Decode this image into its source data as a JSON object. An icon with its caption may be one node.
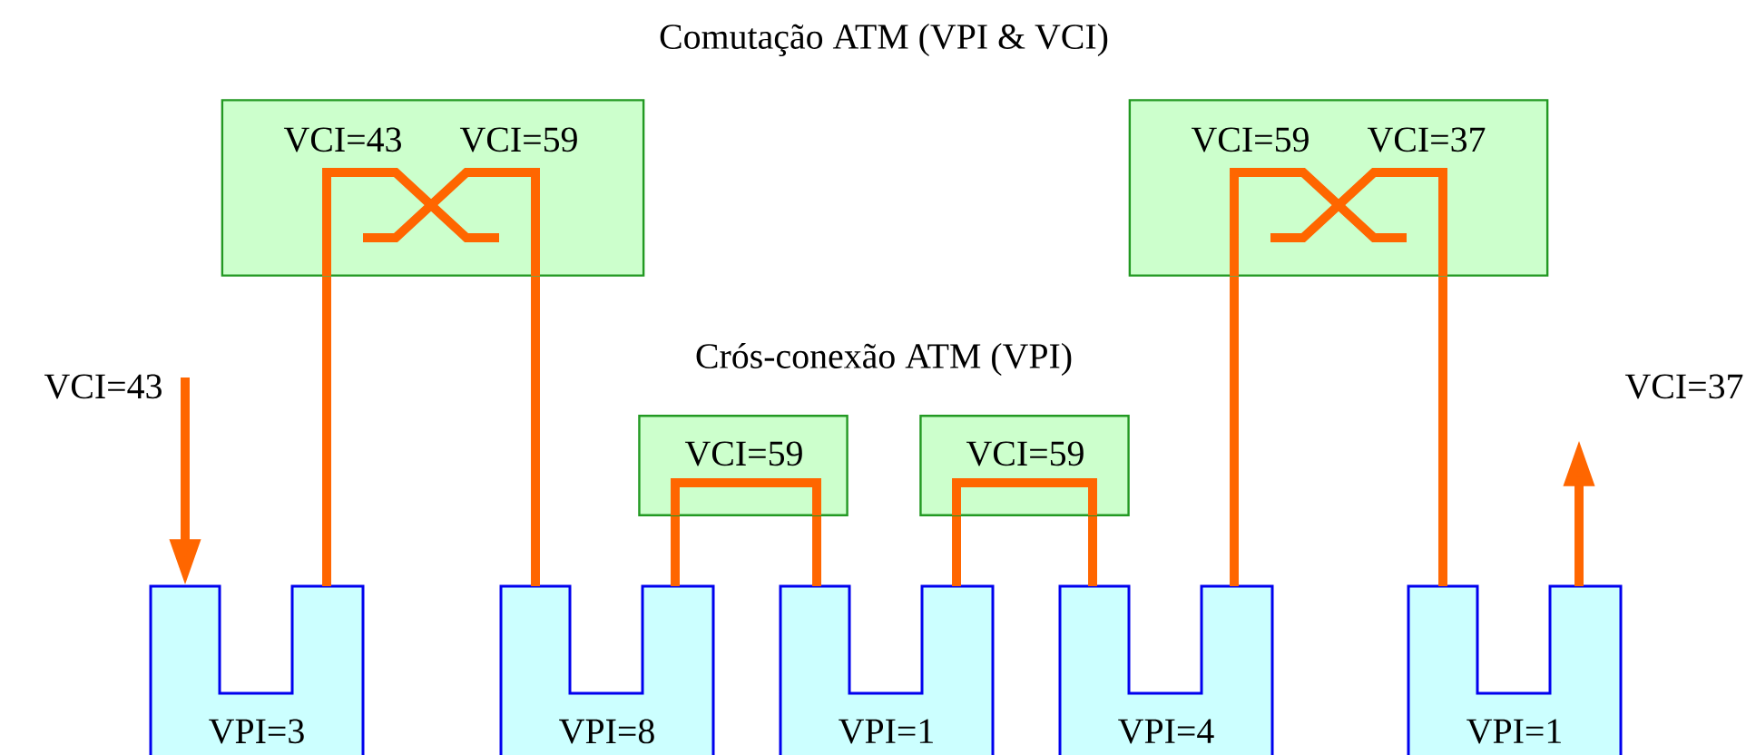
{
  "diagram": {
    "title": "Comutação ATM (VPI & VCI)",
    "nodes": [
      {
        "text": [
          "VCI=43",
          "VCI=59"
        ]
      },
      {
        "text": [
          "VCI=59",
          "VCI=37"
        ]
      },
      {
        "text": [
          "VCI=59"
        ]
      },
      {
        "text": [
          "VCI=59"
        ]
      },
      {
        "text": [
          "VPI=3"
        ]
      },
      {
        "text": [
          "VPI=8"
        ]
      },
      {
        "text": [
          "VPI=1"
        ]
      },
      {
        "text": [
          "VPI=4"
        ]
      },
      {
        "text": [
          "VPI=1"
        ]
      }
    ],
    "edges": [
      {
        "from": null,
        "to": 4,
        "arrow": "to"
      },
      {
        "from": 4,
        "to": 0,
        "arrow": "none"
      },
      {
        "from": 0,
        "to": 5,
        "arrow": "none"
      },
      {
        "from": 5,
        "to": 2,
        "arrow": "none"
      },
      {
        "from": 2,
        "to": 6,
        "arrow": "none"
      },
      {
        "from": 6,
        "to": 3,
        "arrow": "none"
      },
      {
        "from": 3,
        "to": 7,
        "arrow": "none"
      },
      {
        "from": 7,
        "to": 1,
        "arrow": "none"
      },
      {
        "from": 1,
        "to": 8,
        "arrow": "none"
      },
      {
        "from": 8,
        "to": null,
        "arrow": "to"
      }
    ],
    "labels": [
      "VCI=43",
      "Crós-conexão ATM (VPI)",
      "VCI=37"
    ]
  }
}
